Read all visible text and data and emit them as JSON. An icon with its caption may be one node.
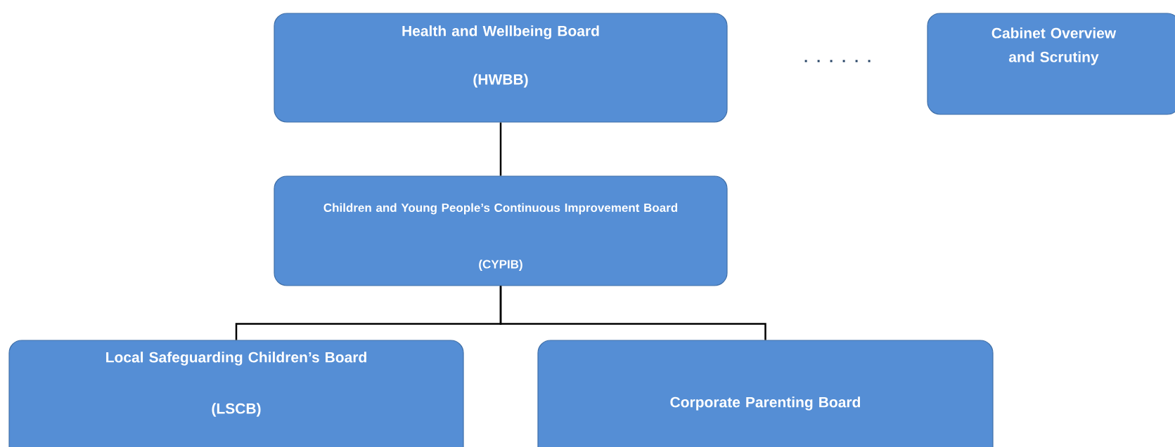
{
  "diagram": {
    "nodes": [
      {
        "text": [
          "Health and Wellbeing Board",
          "(HWBB)"
        ]
      },
      {
        "text": [
          "Cabinet Overview and Scrutiny"
        ]
      },
      {
        "text": [
          "Children and Young People’s Continuous Improvement Board",
          "(CYPIB)"
        ]
      },
      {
        "text": [
          "Local Safeguarding Children’s Board",
          "(LSCB)"
        ]
      },
      {
        "text": [
          "Corporate Parenting Board"
        ]
      }
    ],
    "edges": [
      {
        "from": 0,
        "to": 1,
        "arrow": "none",
        "style": "dashed",
        "color": "#264365"
      },
      {
        "from": 0,
        "to": 2,
        "arrow": "none"
      },
      {
        "from": 2,
        "to": 3,
        "arrow": "none"
      },
      {
        "from": 2,
        "to": 4,
        "arrow": "none"
      }
    ]
  }
}
